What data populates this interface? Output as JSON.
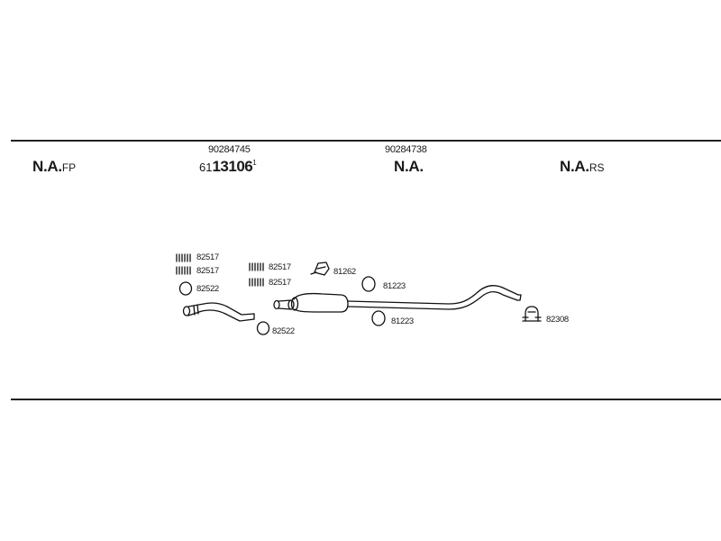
{
  "header": {
    "left_main": "N.A.",
    "left_suffix": "FP",
    "mid1_partno": "90284745",
    "mid1_prefix": "61",
    "mid1_number": "13106",
    "mid1_sup": "1",
    "mid2_partno": "90284738",
    "mid2_main": "N.A.",
    "right_main": "N.A.",
    "right_suffix": "RS"
  },
  "parts": {
    "spring_1": "82517",
    "spring_2": "82517",
    "ring_left": "82522",
    "spring_3": "82517",
    "spring_4": "82517",
    "ring_mid": "82522",
    "bracket": "81262",
    "hanger_top": "81223",
    "hanger_bottom": "81223",
    "clamp": "82308"
  }
}
